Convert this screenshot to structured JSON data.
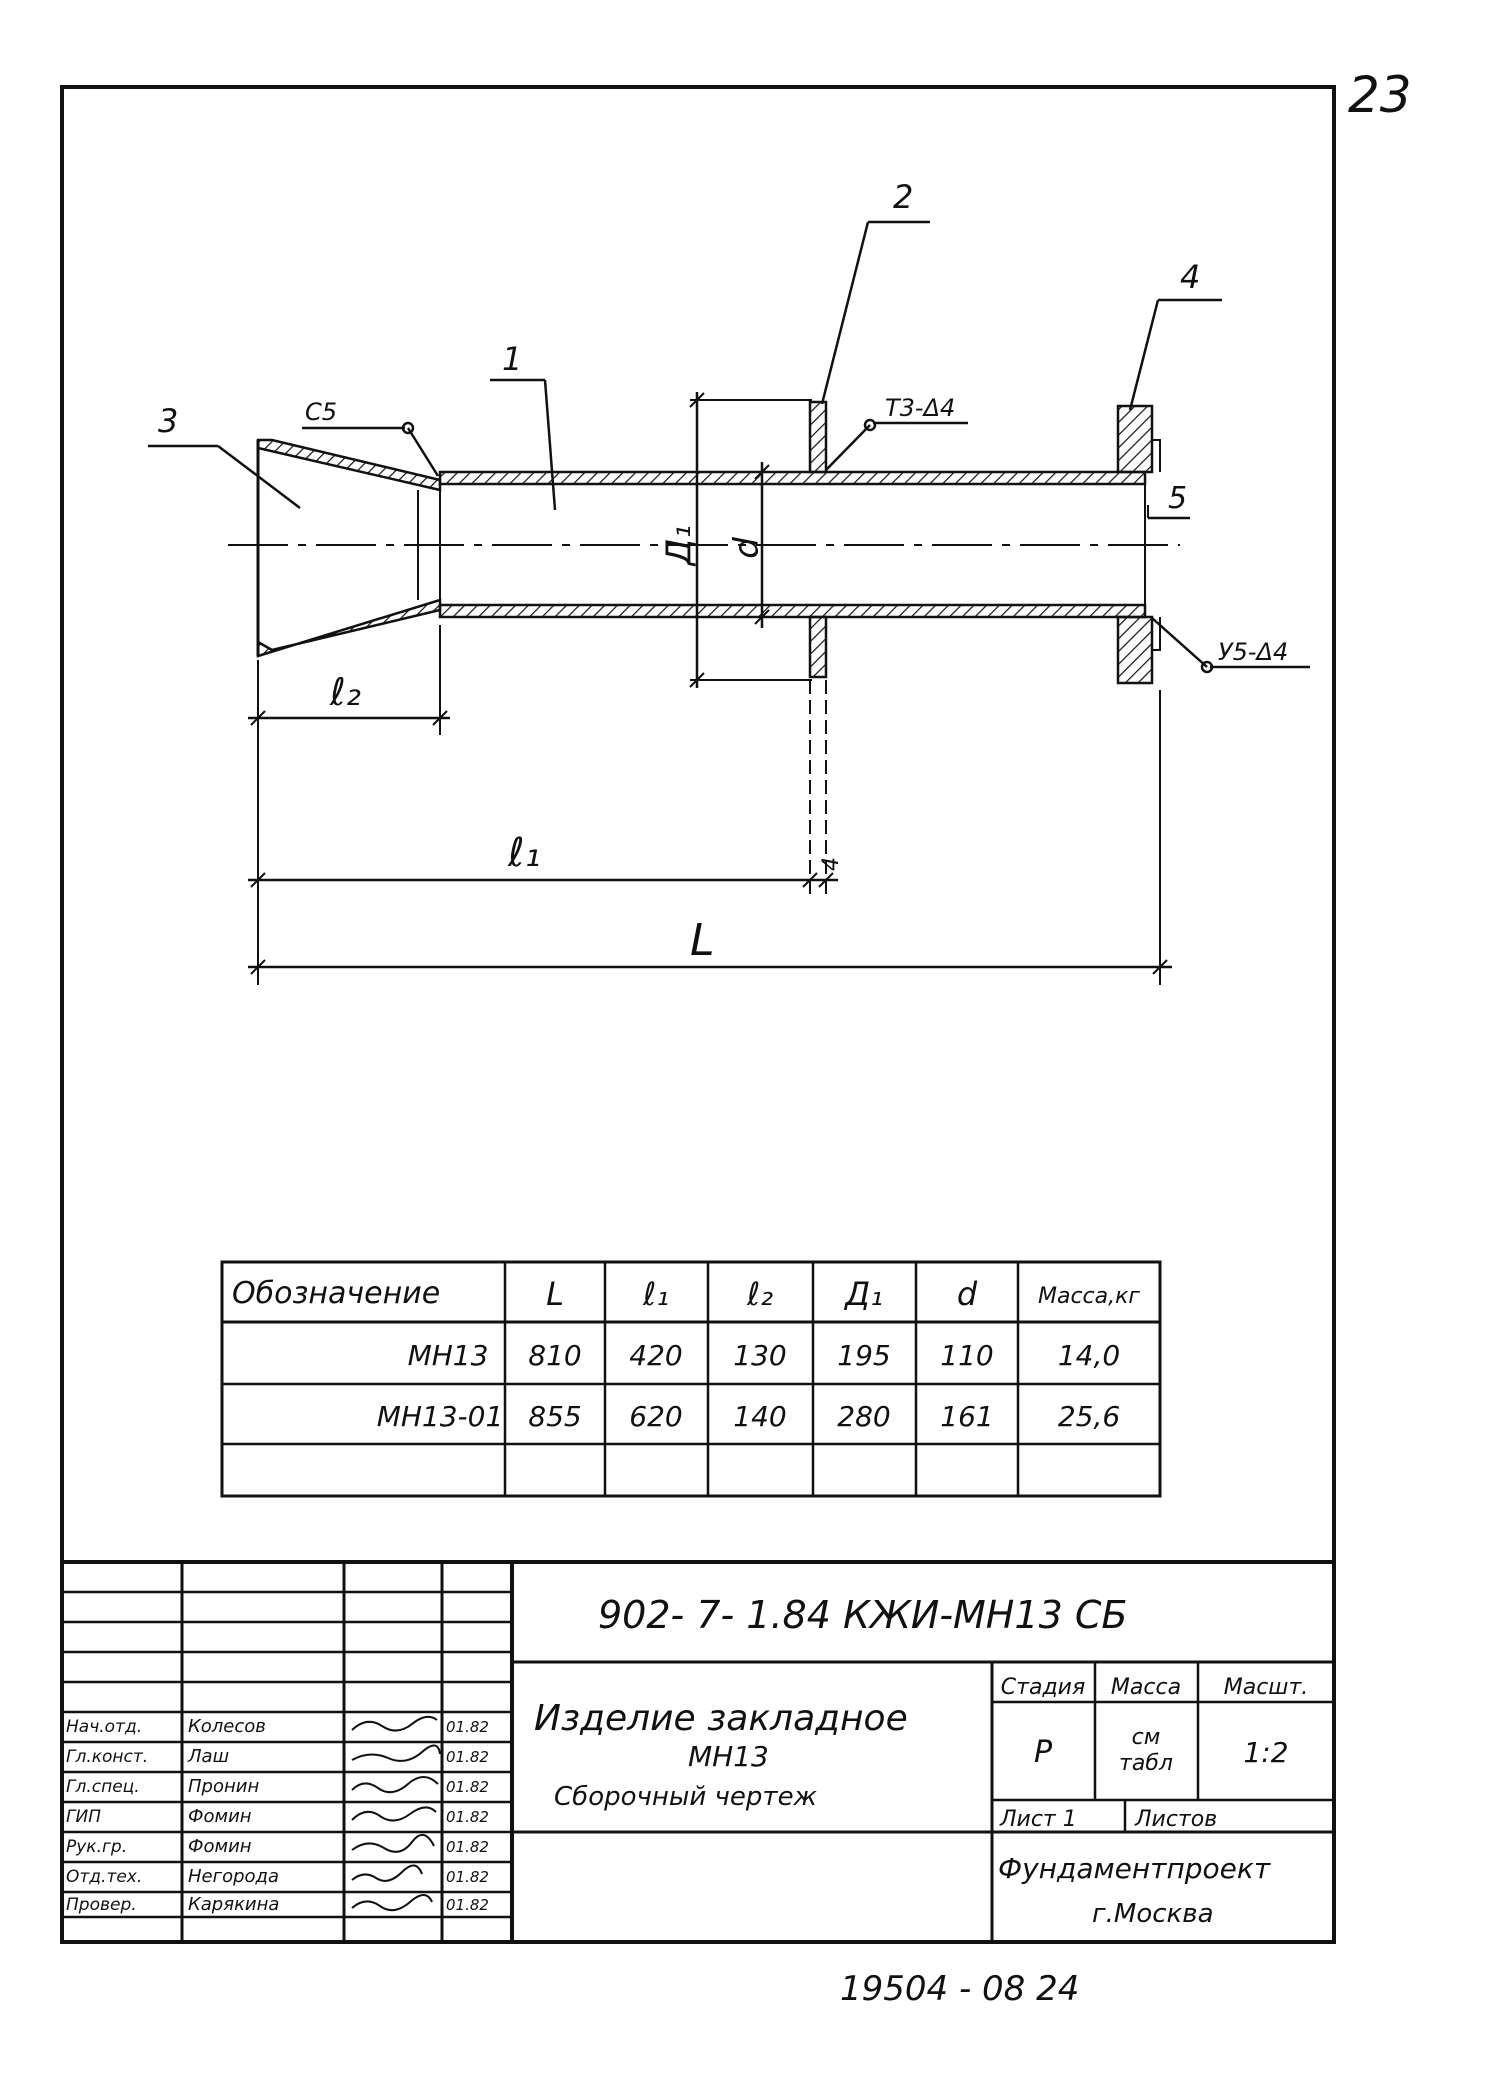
{
  "page_number": "23",
  "bottom_note": "19504 - 08   24",
  "drawing": {
    "positions": [
      "1",
      "2",
      "3",
      "4",
      "5"
    ],
    "weld_labels": [
      "С5",
      "Т3-Δ4",
      "У5-Δ4"
    ],
    "dimensions": {
      "l2": "ℓ₂",
      "l1": "ℓ₁",
      "L": "L",
      "D1": "Д₁",
      "d": "d",
      "gap": "4"
    }
  },
  "table": {
    "headers": [
      "Обозначение",
      "L",
      "ℓ₁",
      "ℓ₂",
      "Д₁",
      "d",
      "Масса,кг"
    ],
    "rows": [
      [
        "МН13",
        "810",
        "420",
        "130",
        "195",
        "110",
        "14,0"
      ],
      [
        "МН13-01",
        "855",
        "620",
        "140",
        "280",
        "161",
        "25,6"
      ],
      [
        "",
        "",
        "",
        "",
        "",
        "",
        ""
      ]
    ]
  },
  "title_block": {
    "code": "902- 7- 1.84    КЖИ-МН13 СБ",
    "title_line1": "Изделие закладное",
    "title_line2": "МН13",
    "title_line3": "Сборочный чертеж",
    "stage_header": "Стадия",
    "mass_header": "Масса",
    "scale_header": "Масшт.",
    "stage_value": "Р",
    "mass_value_1": "см",
    "mass_value_2": "табл",
    "scale_value": "1:2",
    "sheet_label": "Лист 1",
    "sheets_label": "Листов",
    "org_line1": "Фундаментпроект",
    "org_line2": "г.Москва",
    "signatures": [
      {
        "role": "Нач.отд.",
        "name": "Колесов",
        "date": "01.82"
      },
      {
        "role": "Гл.конст.",
        "name": "Лаш",
        "date": "01.82"
      },
      {
        "role": "Гл.спец.",
        "name": "Пронин",
        "date": "01.82"
      },
      {
        "role": "ГИП",
        "name": "Фомин",
        "date": "01.82"
      },
      {
        "role": "Рук.гр.",
        "name": "Фомин",
        "date": "01.82"
      },
      {
        "role": "Отд.тех.",
        "name": "Негорода",
        "date": "01.82"
      },
      {
        "role": "Провер.",
        "name": "Карякина",
        "date": "01.82"
      }
    ]
  }
}
